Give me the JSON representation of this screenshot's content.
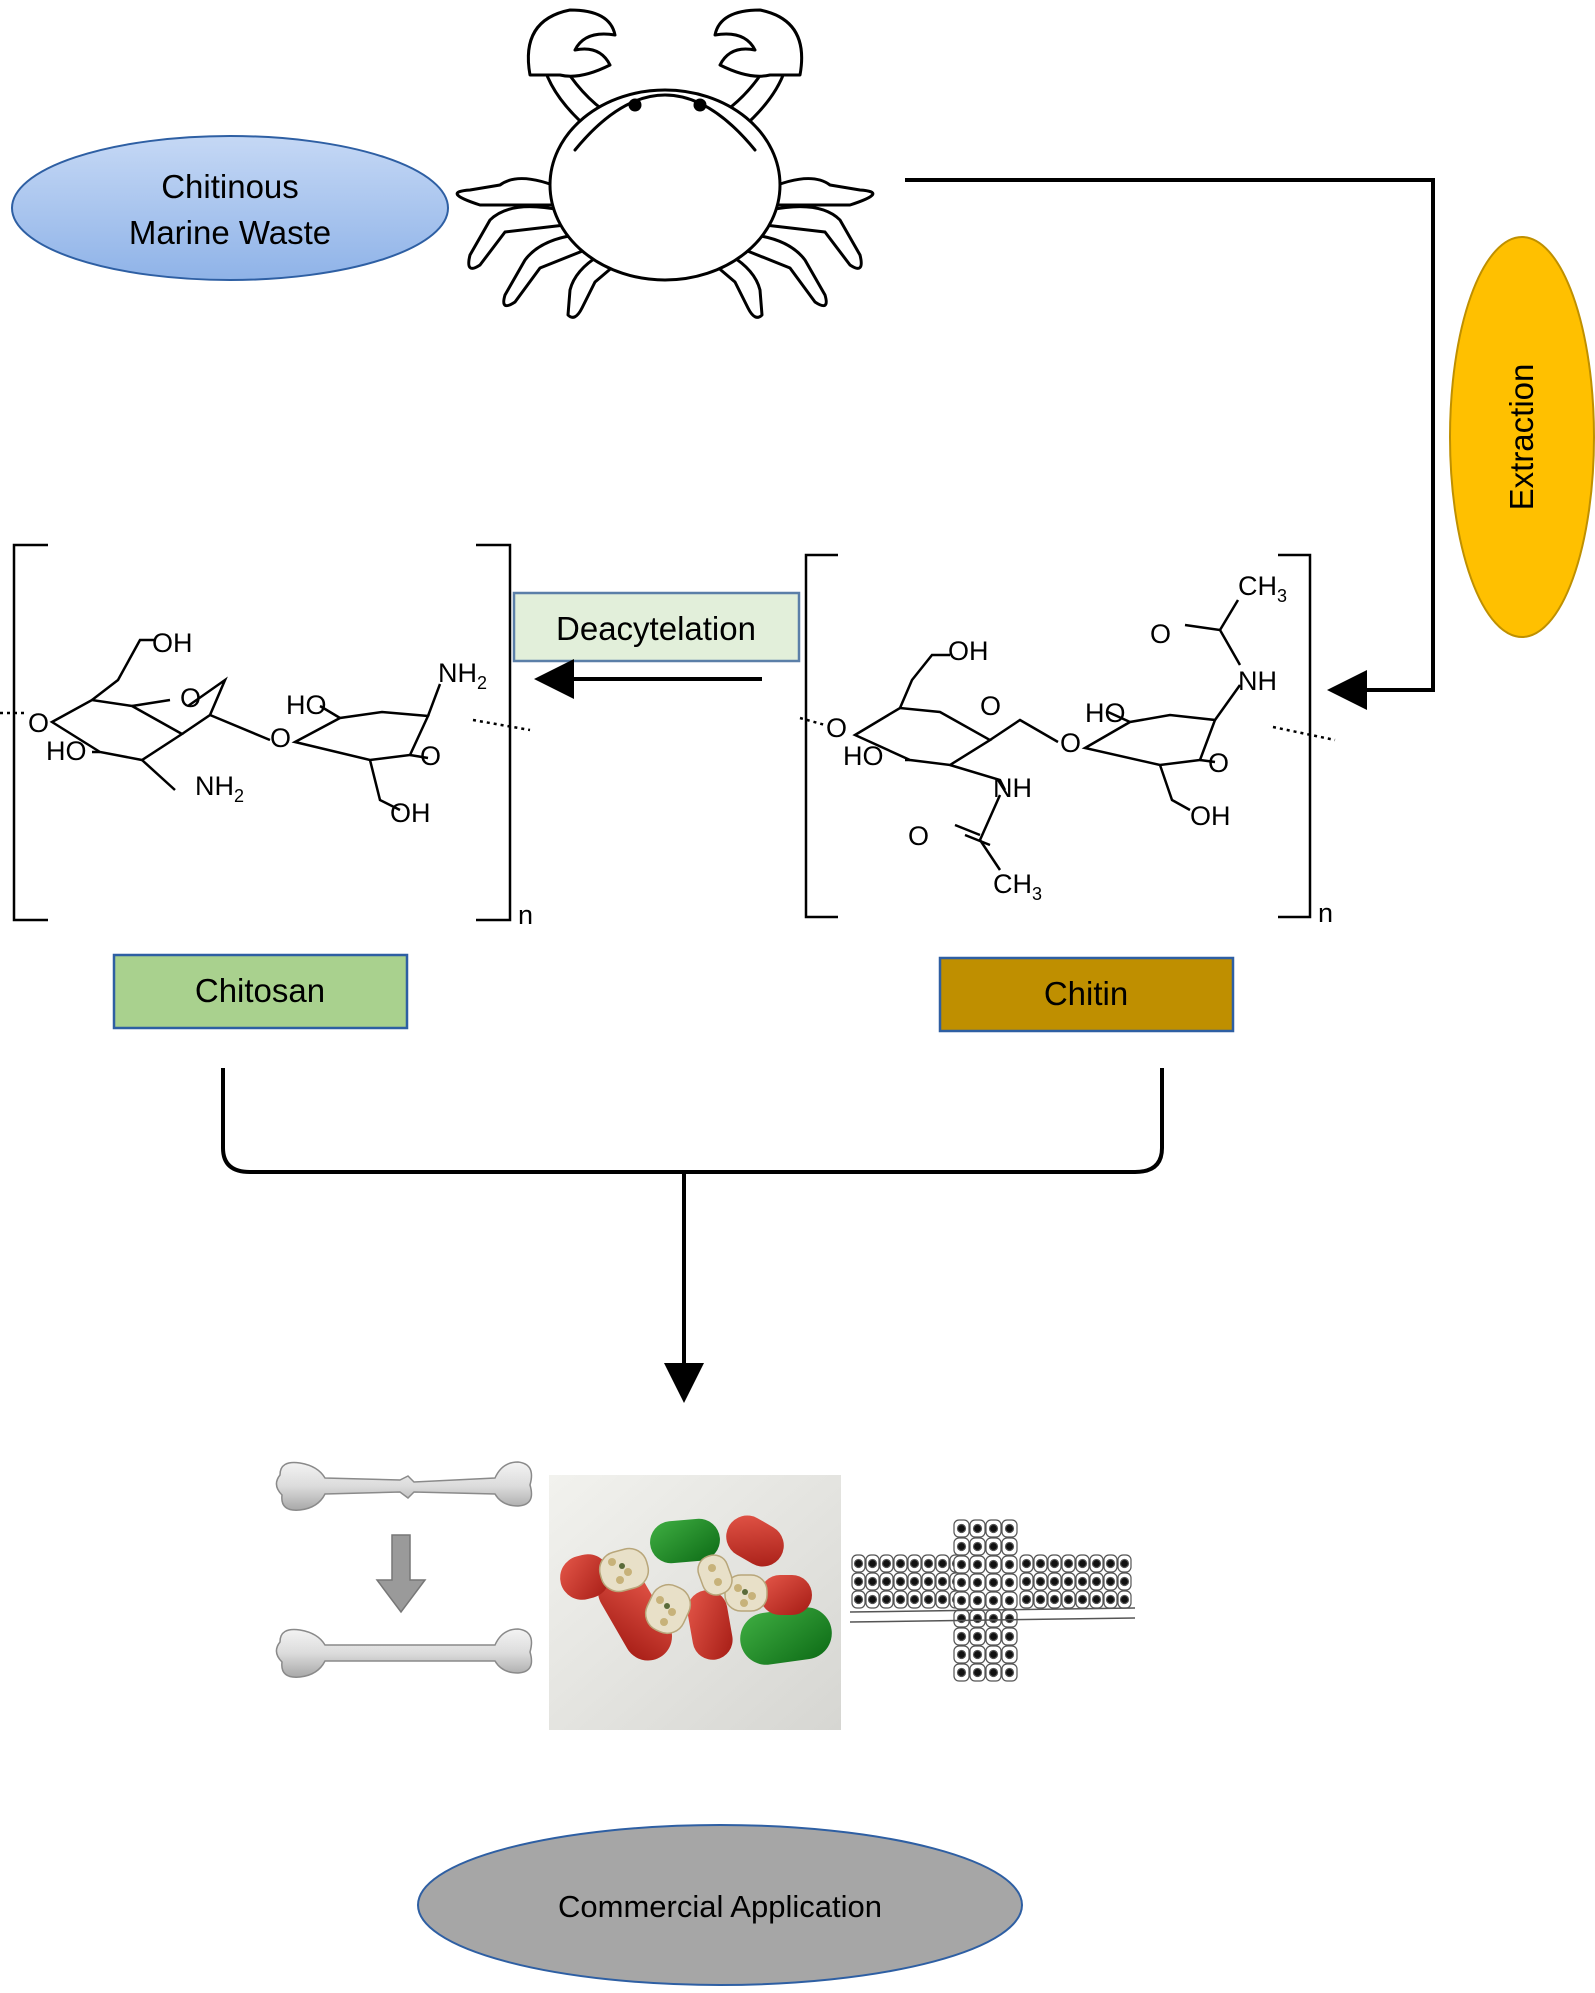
{
  "nodes": {
    "marine_waste": {
      "line1": "Chitinous",
      "line2": "Marine Waste",
      "color": "#a4c2f4"
    },
    "extraction": {
      "label": "Extraction",
      "color": "#ffc000"
    },
    "deacetylation": {
      "label": "Deacytelation",
      "color": "#e2efda"
    },
    "chitosan": {
      "label": "Chitosan",
      "color": "#a9d18e"
    },
    "chitin": {
      "label": "Chitin",
      "color": "#bf8f00"
    },
    "commercial": {
      "label": "Commercial Application",
      "color": "#a6a6a6"
    }
  },
  "chitosan_structure": {
    "oh_top": "OH",
    "ring_o1": "O",
    "ring_o2": "O",
    "bridge_o": "O",
    "left_o": "O",
    "ho_left": "HO",
    "nh2_bottom": "NH",
    "ho_right": "HO",
    "nh2_top": "NH",
    "oh_bottom": "OH",
    "sub2": "2",
    "repeat_n": "n"
  },
  "chitin_structure": {
    "ch3_top": "CH",
    "o_top": "O",
    "nh_top": "NH",
    "oh_top": "OH",
    "ring_o1": "O",
    "ring_o2": "O",
    "bridge_o": "O",
    "left_o": "O",
    "ho_left": "HO",
    "ho_right": "HO",
    "nh_bottom": "NH",
    "o_bottom": "O",
    "ch3_bottom": "CH",
    "oh_bottom": "OH",
    "sub3": "3",
    "repeat_n": "n"
  },
  "applications": [
    "bone-repair",
    "drug-capsules",
    "tissue-engineering"
  ]
}
